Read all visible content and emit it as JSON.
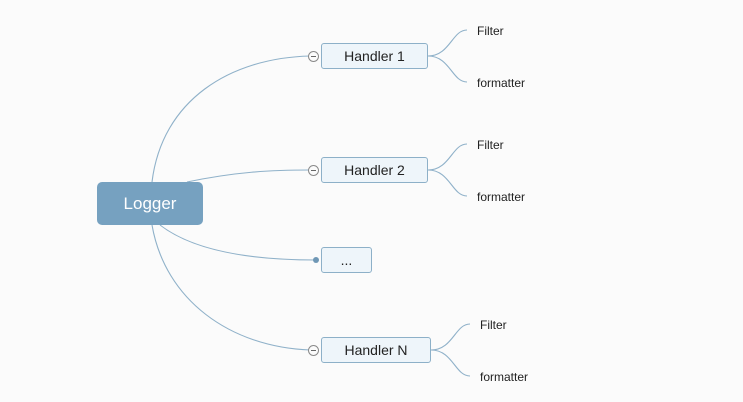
{
  "root": {
    "label": "Logger"
  },
  "branches": [
    {
      "label": "Handler 1",
      "children": [
        "Filter",
        "formatter"
      ]
    },
    {
      "label": "Handler 2",
      "children": [
        "Filter",
        "formatter"
      ]
    },
    {
      "label": "...",
      "children": []
    },
    {
      "label": "Handler N",
      "children": [
        "Filter",
        "formatter"
      ]
    }
  ],
  "colors": {
    "root_fill": "#76a1c0",
    "node_fill": "#eef5fa",
    "node_border": "#8db0c8",
    "connector": "#8fb1c9"
  }
}
